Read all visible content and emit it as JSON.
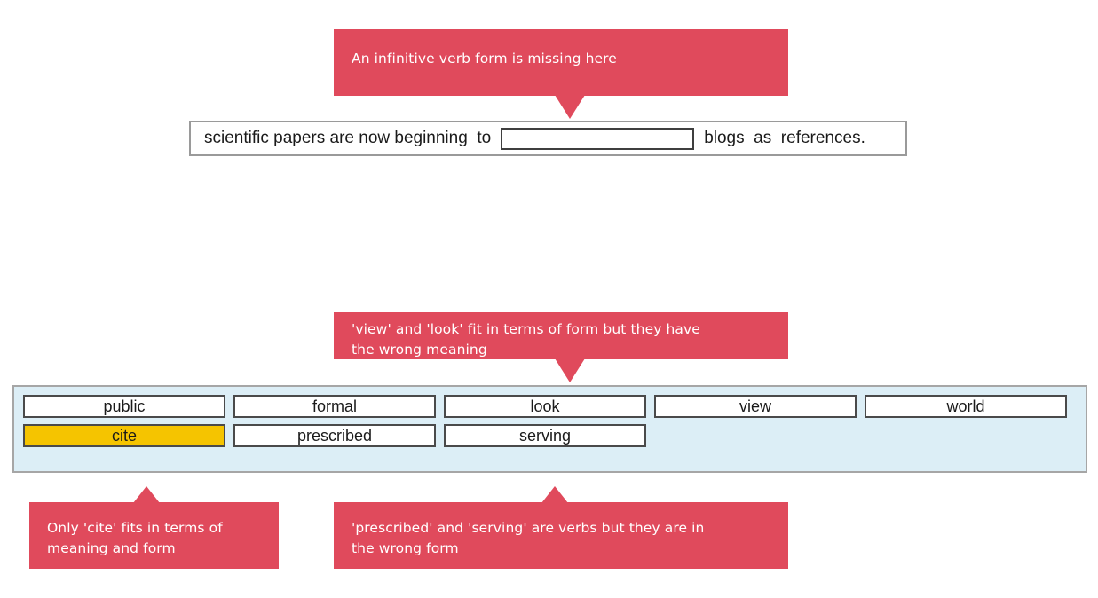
{
  "exercise": {
    "sentence": {
      "before_blank": "scientific papers are now beginning  to",
      "after_blank": "blogs  as  references.",
      "blank_value": "",
      "blank_placeholder": ""
    },
    "word_bank": {
      "rows": [
        [
          {
            "label": "public",
            "selected": false
          },
          {
            "label": "formal",
            "selected": false
          },
          {
            "label": "look",
            "selected": false
          },
          {
            "label": "view",
            "selected": false
          },
          {
            "label": "world",
            "selected": false
          }
        ],
        [
          {
            "label": "cite",
            "selected": true
          },
          {
            "label": "prescribed",
            "selected": false
          },
          {
            "label": "serving",
            "selected": false
          }
        ]
      ]
    }
  },
  "callouts": {
    "top": {
      "text": "An infinitive verb form is missing here"
    },
    "middle": {
      "text": "'view' and 'look' fit in terms of form but they have\nthe wrong meaning"
    },
    "bottom_left": {
      "text": "Only 'cite' fits in terms of\nmeaning and form"
    },
    "bottom_right": {
      "text": "'prescribed' and 'serving' are verbs but they are in\nthe wrong form"
    }
  },
  "colors": {
    "callout_red": "#e04a5c",
    "word_bank_background": "#dceef6",
    "selected_word": "#f5c400",
    "border_grey": "#a6a6a6"
  }
}
